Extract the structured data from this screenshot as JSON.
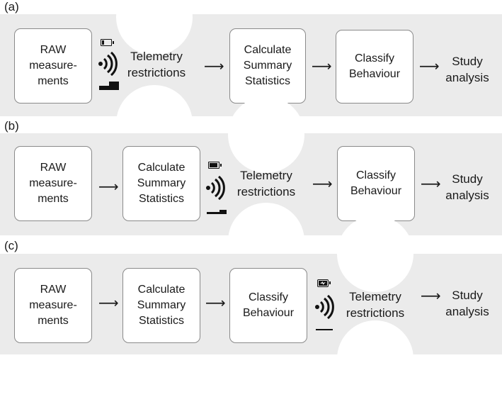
{
  "panels": [
    {
      "label": "(a)",
      "boxes": {
        "raw": [
          "RAW",
          "measure-",
          "ments"
        ],
        "summary": [
          "Calculate",
          "Summary",
          "Statistics"
        ],
        "classify": [
          "Classify",
          "Behaviour"
        ]
      },
      "telemetry": [
        "Telemetry",
        "restrictions"
      ],
      "study": [
        "Study",
        "analysis"
      ],
      "arrow": "⟶",
      "icons": {
        "battery_level": 0.25,
        "storage": "stepped-large"
      }
    },
    {
      "label": "(b)",
      "boxes": {
        "raw": [
          "RAW",
          "measure-",
          "ments"
        ],
        "summary": [
          "Calculate",
          "Summary",
          "Statistics"
        ],
        "classify": [
          "Classify",
          "Behaviour"
        ]
      },
      "telemetry": [
        "Telemetry",
        "restrictions"
      ],
      "study": [
        "Study",
        "analysis"
      ],
      "arrow": "⟶",
      "icons": {
        "battery_level": 0.85,
        "storage": "stepped-small"
      }
    },
    {
      "label": "(c)",
      "boxes": {
        "raw": [
          "RAW",
          "measure-",
          "ments"
        ],
        "summary": [
          "Calculate",
          "Summary",
          "Statistics"
        ],
        "classify": [
          "Classify",
          "Behaviour"
        ]
      },
      "telemetry": [
        "Telemetry",
        "restrictions"
      ],
      "study": [
        "Study",
        "analysis"
      ],
      "arrow": "⟶",
      "icons": {
        "battery_level": 0.9,
        "storage": "flat-line"
      }
    }
  ],
  "colors": {
    "band": "#ebebeb",
    "box_border": "#8a8a8a",
    "ink": "#1a1a1a"
  },
  "icon_names": [
    "battery-icon",
    "wireless-signal-icon",
    "storage-bar-icon"
  ]
}
